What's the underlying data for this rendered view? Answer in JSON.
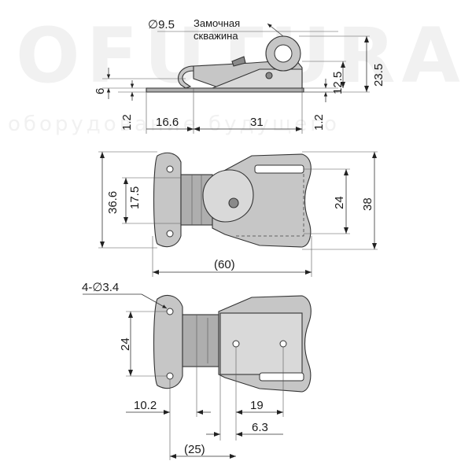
{
  "watermark": {
    "brand": "OFUTURA",
    "tagline": "оборудование будущего"
  },
  "top_view": {
    "keyhole_dia": "∅9.5",
    "keyhole_label_line1": "Замочная",
    "keyhole_label_line2": "скважина",
    "dim_6": "6",
    "dim_1_2_left": "1.2",
    "dim_16_6": "16.6",
    "dim_31": "31",
    "dim_1_2_right": "1.2",
    "dim_12_5": "12.5",
    "dim_23_5": "23.5"
  },
  "front_view": {
    "dim_36_6": "36.6",
    "dim_17_5": "17.5",
    "dim_24": "24",
    "dim_38": "38",
    "dim_60": "(60)"
  },
  "bottom_view": {
    "hole_callout": "4-∅3.4",
    "dim_24": "24",
    "dim_10_2": "10.2",
    "dim_19": "19",
    "dim_6_3": "6.3",
    "dim_25": "(25)"
  }
}
